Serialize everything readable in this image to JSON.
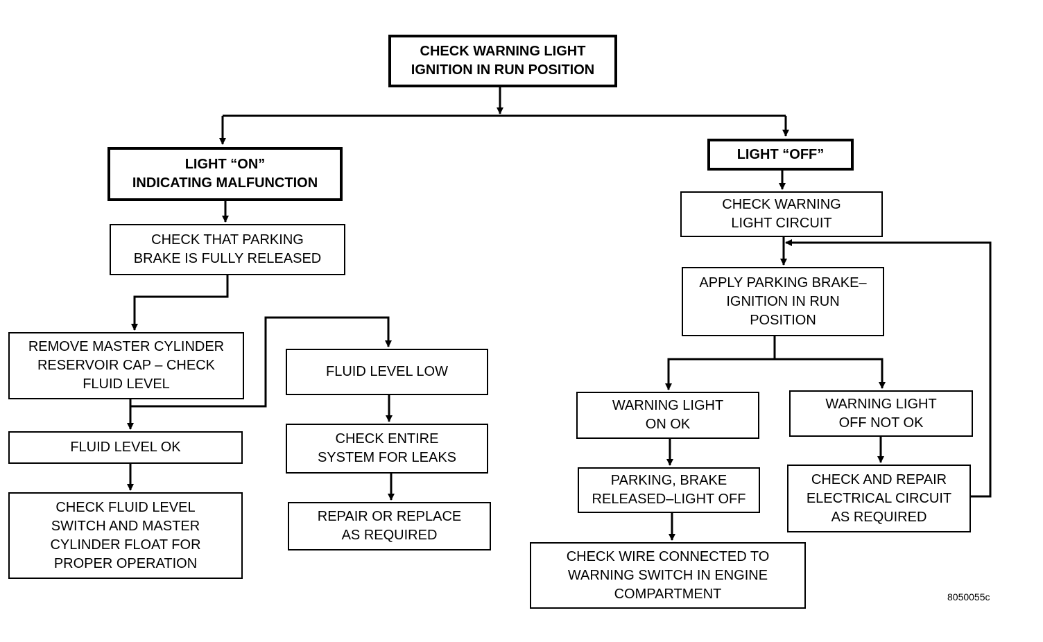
{
  "nodes": {
    "check_warning_light": "CHECK WARNING LIGHT\nIGNITION IN RUN POSITION",
    "light_on": "LIGHT “ON”\nINDICATING MALFUNCTION",
    "light_off": "LIGHT “OFF”",
    "check_parking_brake": "CHECK THAT PARKING\nBRAKE IS FULLY RELEASED",
    "remove_cap": "REMOVE MASTER CYLINDER\nRESERVOIR CAP – CHECK\nFLUID LEVEL",
    "fluid_level_low": "FLUID LEVEL LOW",
    "fluid_level_ok": "FLUID LEVEL OK",
    "check_entire_system": "CHECK ENTIRE\nSYSTEM FOR LEAKS",
    "repair_replace": "REPAIR OR REPLACE\nAS REQUIRED",
    "check_fluid_switch": "CHECK FLUID LEVEL\nSWITCH AND MASTER\nCYLINDER FLOAT FOR\nPROPER OPERATION",
    "check_light_circuit": "CHECK WARNING\nLIGHT CIRCUIT",
    "apply_parking_brake": "APPLY PARKING BRAKE–\nIGNITION IN RUN\nPOSITION",
    "warning_on_ok": "WARNING LIGHT\nON OK",
    "warning_off_not_ok": "WARNING LIGHT\nOFF NOT OK",
    "parking_released": "PARKING, BRAKE\nRELEASED–LIGHT OFF",
    "check_repair_circuit": "CHECK AND REPAIR\nELECTRICAL CIRCUIT\nAS REQUIRED",
    "check_wire": "CHECK WIRE CONNECTED TO\nWARNING SWITCH IN ENGINE\nCOMPARTMENT"
  },
  "figure_id": "8050055c",
  "edges": [
    {
      "from": "check_warning_light",
      "to": "light_on"
    },
    {
      "from": "check_warning_light",
      "to": "light_off"
    },
    {
      "from": "light_on",
      "to": "check_parking_brake"
    },
    {
      "from": "check_parking_brake",
      "to": "remove_cap"
    },
    {
      "from": "remove_cap",
      "to": "fluid_level_ok"
    },
    {
      "from": "remove_cap",
      "to": "fluid_level_low"
    },
    {
      "from": "fluid_level_ok",
      "to": "check_fluid_switch"
    },
    {
      "from": "fluid_level_low",
      "to": "check_entire_system"
    },
    {
      "from": "check_entire_system",
      "to": "repair_replace"
    },
    {
      "from": "light_off",
      "to": "check_light_circuit"
    },
    {
      "from": "check_light_circuit",
      "to": "apply_parking_brake"
    },
    {
      "from": "apply_parking_brake",
      "to": "warning_on_ok"
    },
    {
      "from": "apply_parking_brake",
      "to": "warning_off_not_ok"
    },
    {
      "from": "warning_on_ok",
      "to": "parking_released"
    },
    {
      "from": "parking_released",
      "to": "check_wire"
    },
    {
      "from": "warning_off_not_ok",
      "to": "check_repair_circuit"
    },
    {
      "from": "check_repair_circuit",
      "to": "apply_parking_brake"
    }
  ]
}
